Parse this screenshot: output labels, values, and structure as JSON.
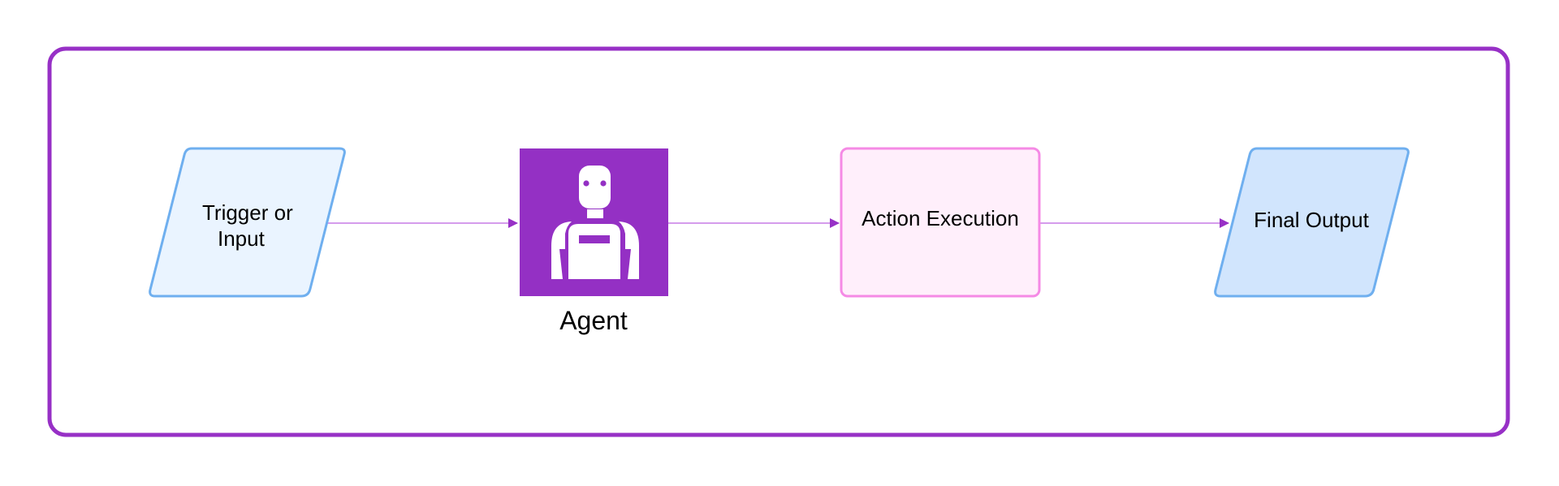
{
  "diagram": {
    "nodes": {
      "trigger": {
        "label_line1": "Trigger or",
        "label_line2": "Input",
        "shape": "parallelogram"
      },
      "agent": {
        "label": "Agent",
        "icon": "robot-icon"
      },
      "action": {
        "label": "Action Execution",
        "shape": "rounded-rectangle"
      },
      "output": {
        "label": "Final Output",
        "shape": "parallelogram"
      }
    },
    "edges": [
      {
        "from": "trigger",
        "to": "agent"
      },
      {
        "from": "agent",
        "to": "action"
      },
      {
        "from": "action",
        "to": "output"
      }
    ]
  },
  "colors": {
    "frame": "#9730C6",
    "agent_fill": "#9430C4",
    "connector": "#C77BE6",
    "arrowhead": "#9730C6",
    "trigger_fill": "#EAF4FF",
    "trigger_stroke": "#6FAFEF",
    "action_fill": "#FFEFFB",
    "action_stroke": "#F58AE5",
    "output_fill": "#D1E5FD",
    "output_stroke": "#6FAFEF"
  }
}
